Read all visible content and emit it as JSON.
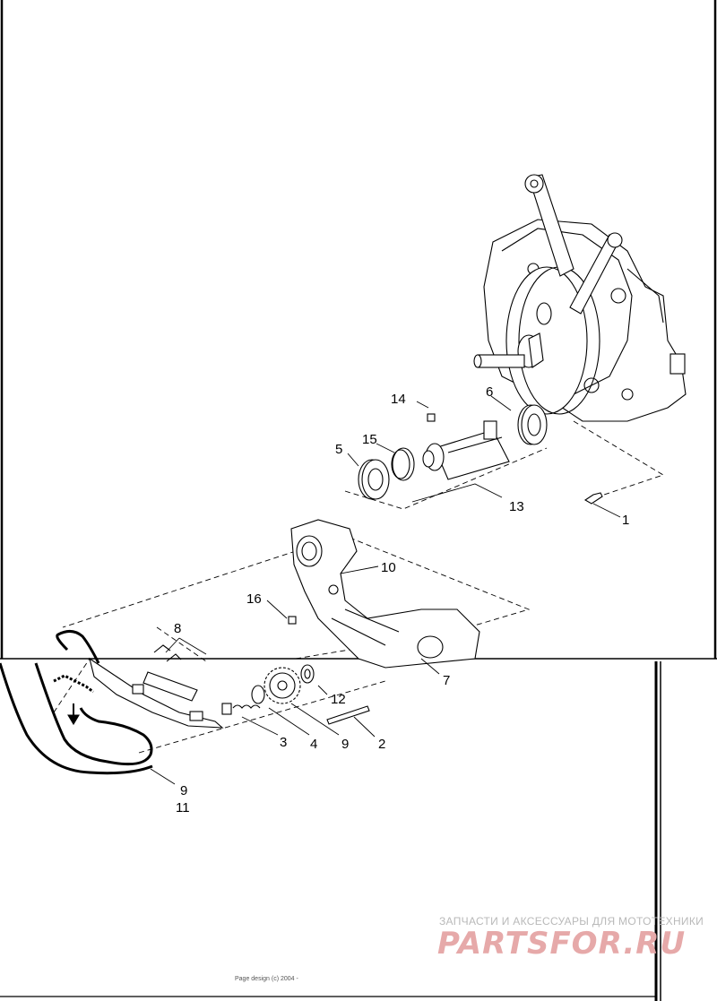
{
  "callouts": {
    "c1": "1",
    "c2": "2",
    "c3": "3",
    "c4": "4",
    "c5": "5",
    "c6": "6",
    "c7": "7",
    "c8": "8",
    "c9a": "9",
    "c9b": "9",
    "c10": "10",
    "c11": "11",
    "c12": "12",
    "c13": "13",
    "c14": "14",
    "c15": "15",
    "c16": "16"
  },
  "watermark": {
    "tagline": "ЗАПЧАСТИ И АКСЕССУАРЫ ДЛЯ МОТОТЕХНИКИ",
    "logo": "PARTSFOR.RU"
  },
  "footer": {
    "note": "Page design (c) 2004 -"
  },
  "colors": {
    "line": "#000000",
    "watermark_text": "#b9b9b9",
    "watermark_logo": "#e6a9a9"
  }
}
